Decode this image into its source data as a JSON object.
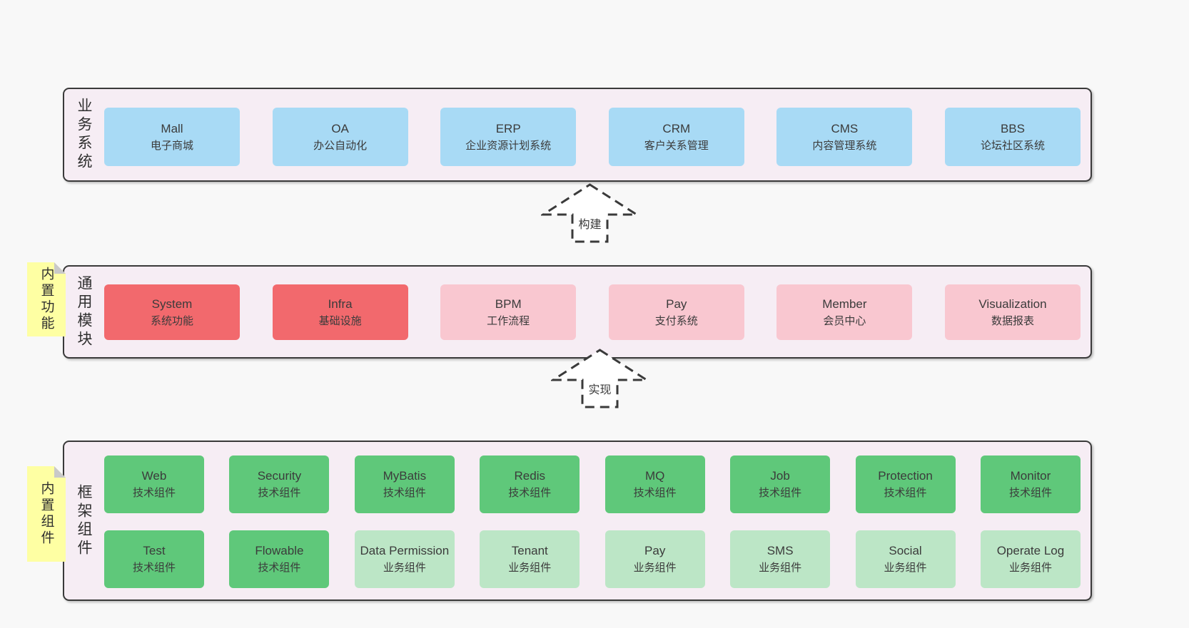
{
  "diagram": {
    "background": "#f8f8f8",
    "panel_fill": "#f6edf4",
    "panel_border": "#3a3a3a",
    "sticky_fill": "#feffa3",
    "sticky_fold": "#c9c9c9",
    "arrow_fill": "#ffffff",
    "arrow_stroke": "#3a3a3a"
  },
  "variant_colors": {
    "blue": "#a8daf5",
    "red": "#f2696d",
    "pink": "#f9c7d0",
    "green": "#5fc87a",
    "green_light": "#bce6c6"
  },
  "layers": [
    {
      "label": "业务系统",
      "boxes": [
        {
          "name": "Mall",
          "desc": "电子商城",
          "variant": "blue"
        },
        {
          "name": "OA",
          "desc": "办公自动化",
          "variant": "blue"
        },
        {
          "name": "ERP",
          "desc": "企业资源计划系统",
          "variant": "blue"
        },
        {
          "name": "CRM",
          "desc": "客户关系管理",
          "variant": "blue"
        },
        {
          "name": "CMS",
          "desc": "内容管理系统",
          "variant": "blue"
        },
        {
          "name": "BBS",
          "desc": "论坛社区系统",
          "variant": "blue"
        }
      ]
    },
    {
      "label": "通用模块",
      "sticky": "内置功能",
      "boxes": [
        {
          "name": "System",
          "desc": "系统功能",
          "variant": "red"
        },
        {
          "name": "Infra",
          "desc": "基础设施",
          "variant": "red"
        },
        {
          "name": "BPM",
          "desc": "工作流程",
          "variant": "pink"
        },
        {
          "name": "Pay",
          "desc": "支付系统",
          "variant": "pink"
        },
        {
          "name": "Member",
          "desc": "会员中心",
          "variant": "pink"
        },
        {
          "name": "Visualization",
          "desc": "数据报表",
          "variant": "pink"
        }
      ]
    },
    {
      "label": "框架组件",
      "sticky": "内置组件",
      "row1": [
        {
          "name": "Web",
          "desc": "技术组件",
          "variant": "green"
        },
        {
          "name": "Security",
          "desc": "技术组件",
          "variant": "green"
        },
        {
          "name": "MyBatis",
          "desc": "技术组件",
          "variant": "green"
        },
        {
          "name": "Redis",
          "desc": "技术组件",
          "variant": "green"
        },
        {
          "name": "MQ",
          "desc": "技术组件",
          "variant": "green"
        },
        {
          "name": "Job",
          "desc": "技术组件",
          "variant": "green"
        },
        {
          "name": "Protection",
          "desc": "技术组件",
          "variant": "green"
        },
        {
          "name": "Monitor",
          "desc": "技术组件",
          "variant": "green"
        }
      ],
      "row2": [
        {
          "name": "Test",
          "desc": "技术组件",
          "variant": "green"
        },
        {
          "name": "Flowable",
          "desc": "技术组件",
          "variant": "green"
        },
        {
          "name": "Data Permission",
          "desc": "业务组件",
          "variant": "green_light"
        },
        {
          "name": "Tenant",
          "desc": "业务组件",
          "variant": "green_light"
        },
        {
          "name": "Pay",
          "desc": "业务组件",
          "variant": "green_light"
        },
        {
          "name": "SMS",
          "desc": "业务组件",
          "variant": "green_light"
        },
        {
          "name": "Social",
          "desc": "业务组件",
          "variant": "green_light"
        },
        {
          "name": "Operate Log",
          "desc": "业务组件",
          "variant": "green_light"
        }
      ]
    }
  ],
  "arrows": [
    {
      "label": "构建"
    },
    {
      "label": "实现"
    }
  ]
}
